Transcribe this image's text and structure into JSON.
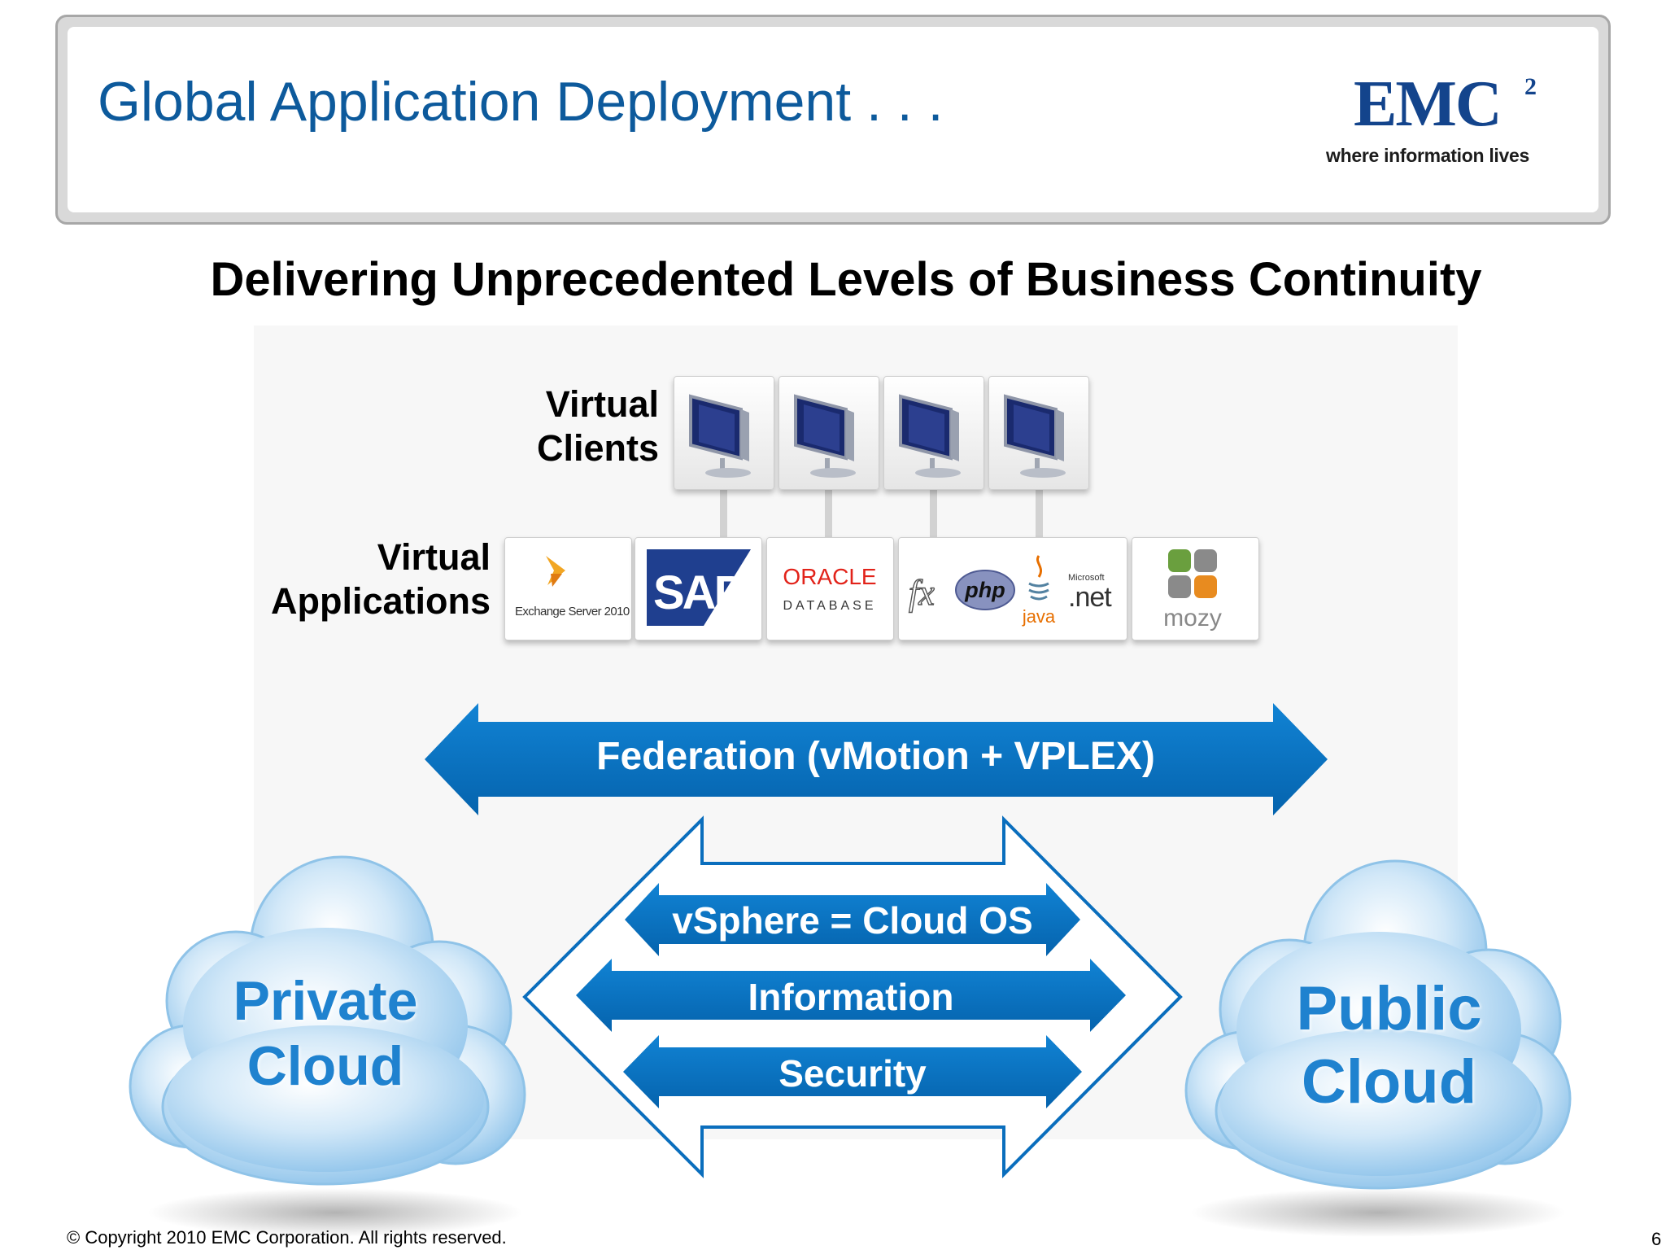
{
  "header": {
    "title": "Global Application Deployment . . .",
    "logo": {
      "mark": "EMC",
      "superscript": "2",
      "tagline": "where information lives"
    }
  },
  "subtitle": "Delivering Unprecedented Levels of Business Continuity",
  "virtual_clients": {
    "label_line1": "Virtual",
    "label_line2": "Clients",
    "count": 4,
    "icon": "monitor-icon"
  },
  "virtual_applications": {
    "label_line1": "Virtual",
    "label_line2": "Applications",
    "tiles": [
      {
        "name": "exchange",
        "caption": "Exchange Server 2010"
      },
      {
        "name": "sap",
        "caption": "SAP"
      },
      {
        "name": "oracle",
        "caption": "ORACLE",
        "sub": "DATABASE"
      },
      {
        "name": "dev-platforms",
        "php": "php",
        "java": "java",
        "ms": "Microsoft",
        "net": ".net"
      },
      {
        "name": "mozy",
        "caption": "mozy"
      }
    ]
  },
  "arrows": {
    "federation": "Federation (vMotion + VPLEX)",
    "vsphere": "vSphere = Cloud OS",
    "information": "Information",
    "security": "Security"
  },
  "clouds": {
    "private": {
      "line1": "Private",
      "line2": "Cloud"
    },
    "public": {
      "line1": "Public",
      "line2": "Cloud"
    }
  },
  "footer": {
    "copyright": "© Copyright 2010 EMC Corporation. All rights reserved.",
    "page_number": "6"
  },
  "colors": {
    "title_blue": "#0d5a9c",
    "arrow_blue": "#0a6ebd",
    "cloud_text": "#1f82cf"
  }
}
